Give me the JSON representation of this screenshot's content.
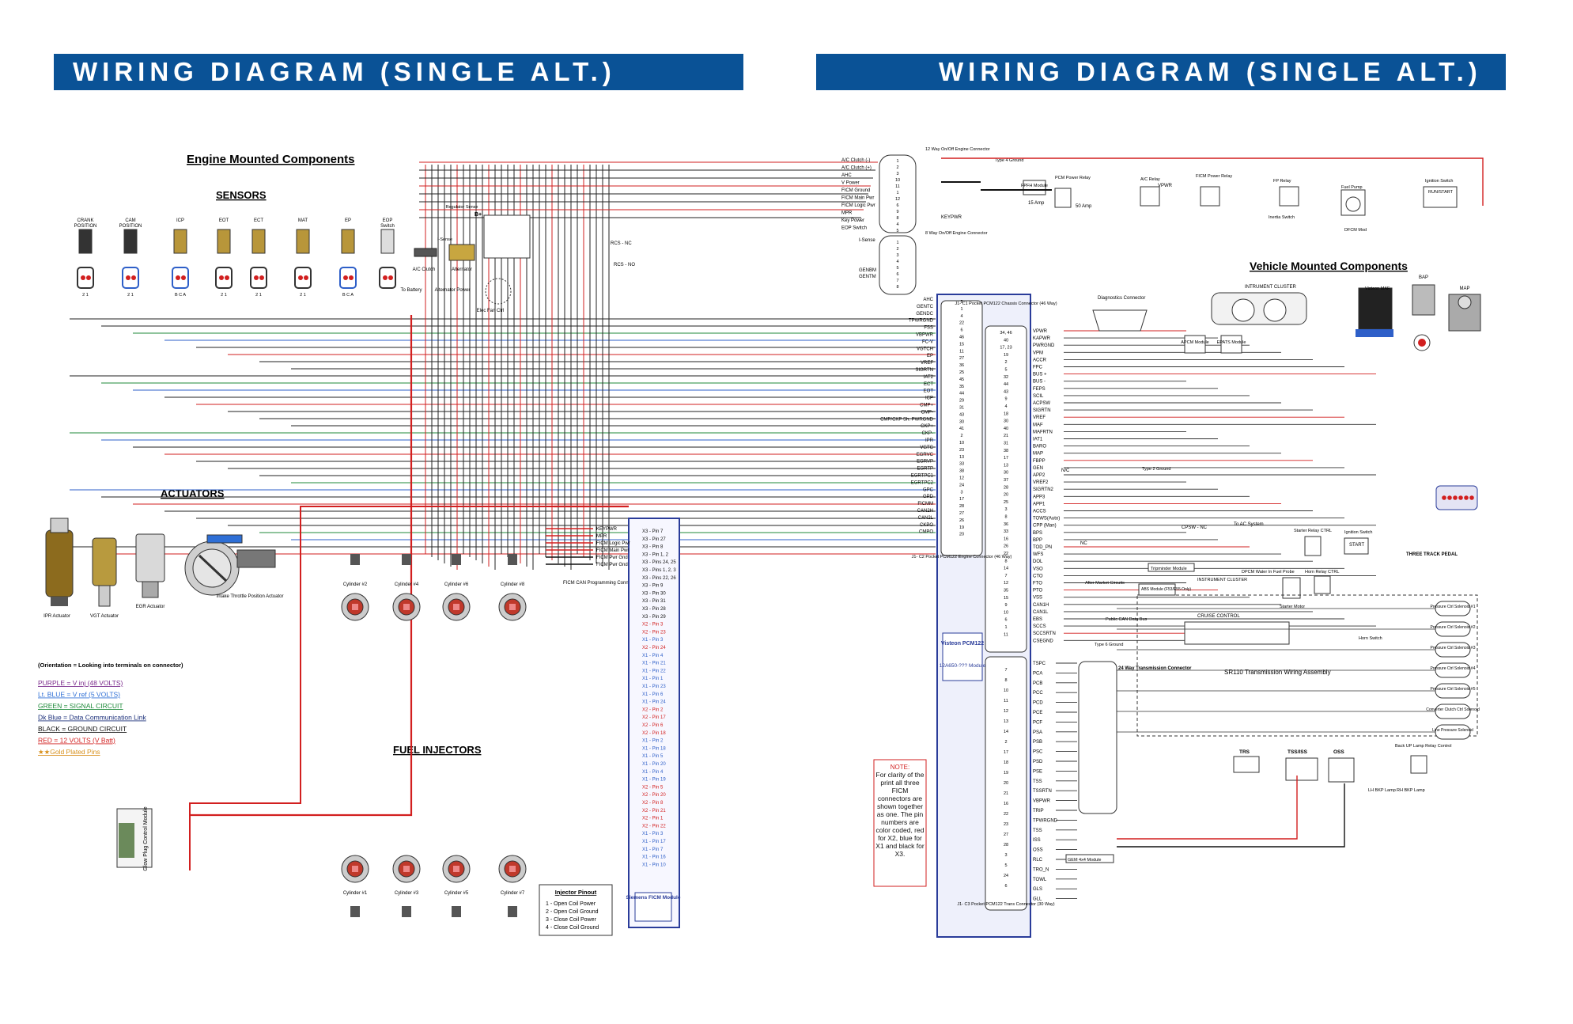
{
  "banners": {
    "left": "WIRING DIAGRAM (SINGLE ALT.)",
    "right": "WIRING DIAGRAM (SINGLE ALT.)"
  },
  "sections": {
    "engine_mounted": "Engine Mounted Components",
    "sensors": "SENSORS",
    "actuators": "ACTUATORS",
    "fuel_injectors": "FUEL INJECTORS",
    "vehicle_mounted": "Vehicle Mounted Components"
  },
  "sensors": [
    {
      "label": "CRANK POSITION",
      "pins": "2 1"
    },
    {
      "label": "CAM POSITION",
      "pins": "2 1"
    },
    {
      "label": "ICP",
      "pins": "B C A"
    },
    {
      "label": "EOT",
      "pins": "2 1"
    },
    {
      "label": "ECT",
      "pins": "2 1"
    },
    {
      "label": "MAT",
      "pins": "2 1"
    },
    {
      "label": "EP",
      "pins": "B C A"
    },
    {
      "label": "EOP Switch",
      "pins": ""
    }
  ],
  "actuators": [
    {
      "label": "IPR Actuator"
    },
    {
      "label": "VGT Actuator"
    },
    {
      "label": "EGR Actuator"
    },
    {
      "label": "Intake Throttle Position Actuator"
    }
  ],
  "engine_misc": {
    "ac_clutch": "A/C Clutch",
    "alternator": "Alternator",
    "regulator_sense": "Regulator Sense",
    "i_sense": "I-Sense",
    "b_plus": "B+",
    "to_battery": "To Battery",
    "alternator_power": "Alternator Power",
    "elec_fan_ctrl": "Elec Fan Ctrl",
    "rcs_nc": "RCS - NC",
    "rcs_no": "RCS - NO",
    "ficm_can": "FICM CAN Programming Connector",
    "glow_plug": "Glow Plug Control Module"
  },
  "cylinders_top": [
    "Cylinder #2",
    "Cylinder #4",
    "Cylinder #6",
    "Cylinder #8"
  ],
  "cylinders_bottom": [
    "Cylinder #1",
    "Cylinder #3",
    "Cylinder #5",
    "Cylinder #7"
  ],
  "legend": {
    "title": "(Orientation = Looking into terminals on connector)",
    "items": [
      {
        "text": "PURPLE = V inj (48 VOLTS)",
        "color": "#7b2a8c"
      },
      {
        "text": "Lt. BLUE = V ref (5 VOLTS)",
        "color": "#2e6fd6"
      },
      {
        "text": "GREEN = SIGNAL CIRCUIT",
        "color": "#1f8a3a"
      },
      {
        "text": "Dk Blue = Data Communication Link",
        "color": "#1b2f7a"
      },
      {
        "text": "BLACK = GROUND CIRCUIT",
        "color": "#111111"
      },
      {
        "text": "RED = 12 VOLTS (V Batt)",
        "color": "#d21f1f"
      },
      {
        "text": "★★Gold Plated Pins",
        "color": "#d8901c"
      }
    ]
  },
  "injector_pinout": {
    "title": "Injector Pinout",
    "items": [
      "1 - Open Coil Power",
      "2 - Open Coil Ground",
      "3 - Close Coil Power",
      "4 - Close Coil Ground"
    ]
  },
  "ficm": {
    "label": "Siemens FICM Module",
    "left_signals": [
      "KEYPWR",
      "MPR",
      "FICM Logic Pwr",
      "FICM Main Pwr",
      "FICM Pwr Gnd",
      "FICM Pwr Gnd"
    ],
    "pins": [
      "X3 - Pin 7",
      "X3 - Pin 27",
      "X3 - Pin 8",
      "X3 - Pin 1, 2",
      "X3 - Pins 24, 25",
      "X3 - Pins 1, 2, 3",
      "X3 - Pins 22, 26",
      "X3 - Pin 9",
      "X3 - Pin 30",
      "X3 - Pin 31",
      "X3 - Pin 28",
      "X3 - Pin 29",
      "X2 - Pin 3",
      "X2 - Pin 23",
      "X1 - Pin 3",
      "X2 - Pin 24",
      "X1 - Pin 4",
      "X1 - Pin 21",
      "X1 - Pin 22",
      "X1 - Pin 1",
      "X1 - Pin 23",
      "X1 - Pin 6",
      "X1 - Pin 24",
      "X2 - Pin 2",
      "X2 - Pin 17",
      "X2 - Pin 6",
      "X2 - Pin 18",
      "X1 - Pin 2",
      "X1 - Pin 18",
      "X1 - Pin 5",
      "X1 - Pin 20",
      "X1 - Pin 4",
      "X1 - Pin 19",
      "X2 - Pin 5",
      "X2 - Pin 20",
      "X2 - Pin 8",
      "X2 - Pin 21",
      "X2 - Pin 1",
      "X2 - Pin 22",
      "X1 - Pin 3",
      "X1 - Pin 17",
      "X1 - Pin 7",
      "X1 - Pin 16",
      "X1 - Pin 10"
    ]
  },
  "pcm": {
    "label": "Visteon PCM122",
    "part": "12A650-??? Module",
    "j1c2": "J1- C2 Pocket PCM122 Engine Connector (46 Way)",
    "j1c1": "J1- C1 Pocket PCM122 Chassis Connector (46 Way)",
    "j1c3": "J1- C3 Pocket PCM122 Trans Connector (30 Way)",
    "engine_signals": [
      "AHC",
      "GENTC",
      "GENDC",
      "TPWRGND",
      "FSS",
      "VBPWR",
      "FC-V",
      "VGTCH",
      "EP",
      "VREF",
      "SIGRTN",
      "IAT2",
      "ECT",
      "EOT",
      "ICP",
      "CMP+",
      "CMP-",
      "CMP/CKP Sh. PWRGND",
      "CKP+",
      "CKP-",
      "IPR",
      "VGTC",
      "EGRVC",
      "EGRVP",
      "EGRTP",
      "EGRTPC1",
      "EGRTPC2",
      "GPC",
      "GPD",
      "FICMM",
      "CAN2H",
      "CAN2L",
      "CKPO",
      "CMPO"
    ],
    "engine_pins": [
      "5",
      "1",
      "4",
      "22",
      "6",
      "46",
      "15",
      "11",
      "27",
      "36",
      "25",
      "45",
      "35",
      "44",
      "29",
      "31",
      "43",
      "30",
      "41",
      "2",
      "10",
      "23",
      "13",
      "33",
      "38",
      "12",
      "24",
      "3",
      "17",
      "28",
      "27",
      "26",
      "19",
      "20"
    ],
    "chassis_signals": [
      "VPWR",
      "KAPWR",
      "PWRGND",
      "VPM",
      "ACCR",
      "FPC",
      "BUS +",
      "BUS -",
      "FEPS",
      "SCIL",
      "ACPSW",
      "SIGRTN",
      "VREF",
      "MAF",
      "MAFRTN",
      "IAT1",
      "BARO",
      "MAP",
      "FBPP",
      "GEN",
      "APP2",
      "VREF2",
      "SIGRTN2",
      "APP3",
      "APP1",
      "ACCS",
      "TOWS(Auto)",
      "CPP (Man)",
      "BPS",
      "BPP",
      "TOD_PN",
      "WFS",
      "DOL",
      "VSO",
      "CTO",
      "FTO",
      "PTO",
      "VSS",
      "CAN1H",
      "CAN1L",
      "EBS",
      "SCCS",
      "SCCSRTN",
      "CSEGND"
    ],
    "chassis_pins": [
      "34, 46",
      "40",
      "17, 23",
      "19",
      "2",
      "5",
      "32",
      "44",
      "43",
      "9",
      "4",
      "18",
      "30",
      "40",
      "21",
      "31",
      "38",
      "17",
      "13",
      "30",
      "37",
      "28",
      "20",
      "25",
      "3",
      "8",
      "36",
      "33",
      "16",
      "26",
      "22",
      "8",
      "14",
      "7",
      "12",
      "35",
      "15",
      "9",
      "10",
      "6",
      "1",
      "11"
    ],
    "trans_signals": [
      "TSPC",
      "PCA",
      "PCB",
      "PCC",
      "PCD",
      "PCE",
      "PCF",
      "PSA",
      "PSB",
      "PSC",
      "PSD",
      "PSE",
      "TSS",
      "TSSRTN",
      "VBPWR",
      "TRIP",
      "TPWRGND",
      "TSS",
      "ISS",
      "OSS",
      "RLC",
      "TRO_N",
      "TOWL",
      "GLS",
      "GLL"
    ],
    "trans_pins": [
      "7",
      "8",
      "10",
      "11",
      "12",
      "13",
      "14",
      "2",
      "17",
      "18",
      "19",
      "20",
      "21",
      "16",
      "22",
      "23",
      "27",
      "28",
      "3",
      "5",
      "24",
      "6"
    ]
  },
  "pcm_right_notes": {
    "ac_system": "To AC System",
    "cpsw_nc": "CPSW - NC",
    "nc": "NC",
    "n_c": "N/C",
    "after_market": "After Market Circuits",
    "tripminder": "Tripminder Module",
    "instrument_cluster": "INSTRUMENT CLUSTER",
    "dpcm": "DPCM Water In Fuel Probe",
    "abs_module": "ABS Module (F53/E55 Only)",
    "public_can": "Public CAN Data Bus",
    "cruise_control": "CRUISE CONTROL",
    "gem": "GEM 4x4 Module",
    "type2_ground": "Type 2 Ground",
    "type6_ground": "Type 6 Ground"
  },
  "top_connectors": {
    "way12": "12 Way On/Off Engine Connector",
    "way8": "8 Way On/Off Engine Connector",
    "way12_signals": [
      "A/C Clutch (-)",
      "A/C Clutch (+)",
      "AHC",
      "V Power",
      "FICM Ground",
      "FICM Main Pwr",
      "FICM Logic Pwr",
      "MPR",
      "Key Power",
      "EOP Switch"
    ],
    "way12_pins": [
      "1",
      "2",
      "3",
      "10",
      "11",
      "1",
      "12",
      "6",
      "9",
      "8",
      "4",
      "5"
    ],
    "way8_signals": [
      "I-Sense",
      "GENBM",
      "GENTM"
    ],
    "way8_pins": [
      "1",
      "2",
      "3",
      "4",
      "5",
      "6",
      "7",
      "8"
    ]
  },
  "top_right": {
    "type4_ground": "Type 4 Ground",
    "fpfh": "FPFH Module",
    "fuse15": "15 Amp",
    "fuse50": "50 Amp",
    "pcm_power_relay": "PCM Power Relay",
    "ac_relay": "A/C Relay",
    "ficm_power_relay": "FICM Power Relay",
    "fp_relay": "FP Relay",
    "fuel_pump": "Fuel Pump",
    "ignition_switch": "Ignition Switch",
    "run_start": "RUN/START",
    "keypwr": "KEYPWR",
    "vpwr": "VPWR",
    "inertia": "Inertia Switch",
    "dfcm": "DFCM Mod",
    "diag": "Diagnostics Connector",
    "apcm": "APCM Module",
    "epats": "EPATS Module",
    "bap": "BAP",
    "map": "MAP",
    "visteon_maf": "Visteon MAF",
    "inst_cluster": "INTRUMENT CLUSTER"
  },
  "right_bottom": {
    "starter_relay": "Starter Relay CTRL",
    "ignition_switch": "Ignition Switch",
    "start": "START",
    "three_track": "THREE TRACK PEDAL",
    "starter_motor": "Starter Motor",
    "horn_relay": "Horn Relay CTRL",
    "horn_switch": "Horn Switch",
    "sr110": "SR110 Transmission Wiring Assembly",
    "trans_conn": "24 Way Transmission Connector",
    "trs": "TRS",
    "tss_iss": "TSS/ISS",
    "oss": "OSS",
    "backup_relay": "Back UP Lamp Relay Control",
    "lh_lamp": "LH BKP Lamp",
    "rh_lamp": "RH BKP Lamp",
    "solenoids": [
      "Pressure Ctrl Solenoid #1",
      "Pressure Ctrl Solenoid #2",
      "Pressure Ctrl Solenoid #3",
      "Pressure Ctrl Solenoid #4",
      "Pressure Ctrl Solenoid #5",
      "Converter Clutch Ctrl Solenoid",
      "Line Pressure Solenoid"
    ]
  },
  "note": {
    "title": "NOTE:",
    "text": "For clarity of the print all three FICM connectors are shown together as one. The pin numbers are color coded, red for X2, blue for X1 and black for X3."
  },
  "colors": {
    "banner": "#0a5296",
    "wire_black": "#222222",
    "wire_red": "#d21f1f",
    "wire_blue": "#2e5fc8",
    "wire_purple": "#7b2a8c",
    "wire_green": "#1f8a3a",
    "gold": "#d8901c"
  }
}
